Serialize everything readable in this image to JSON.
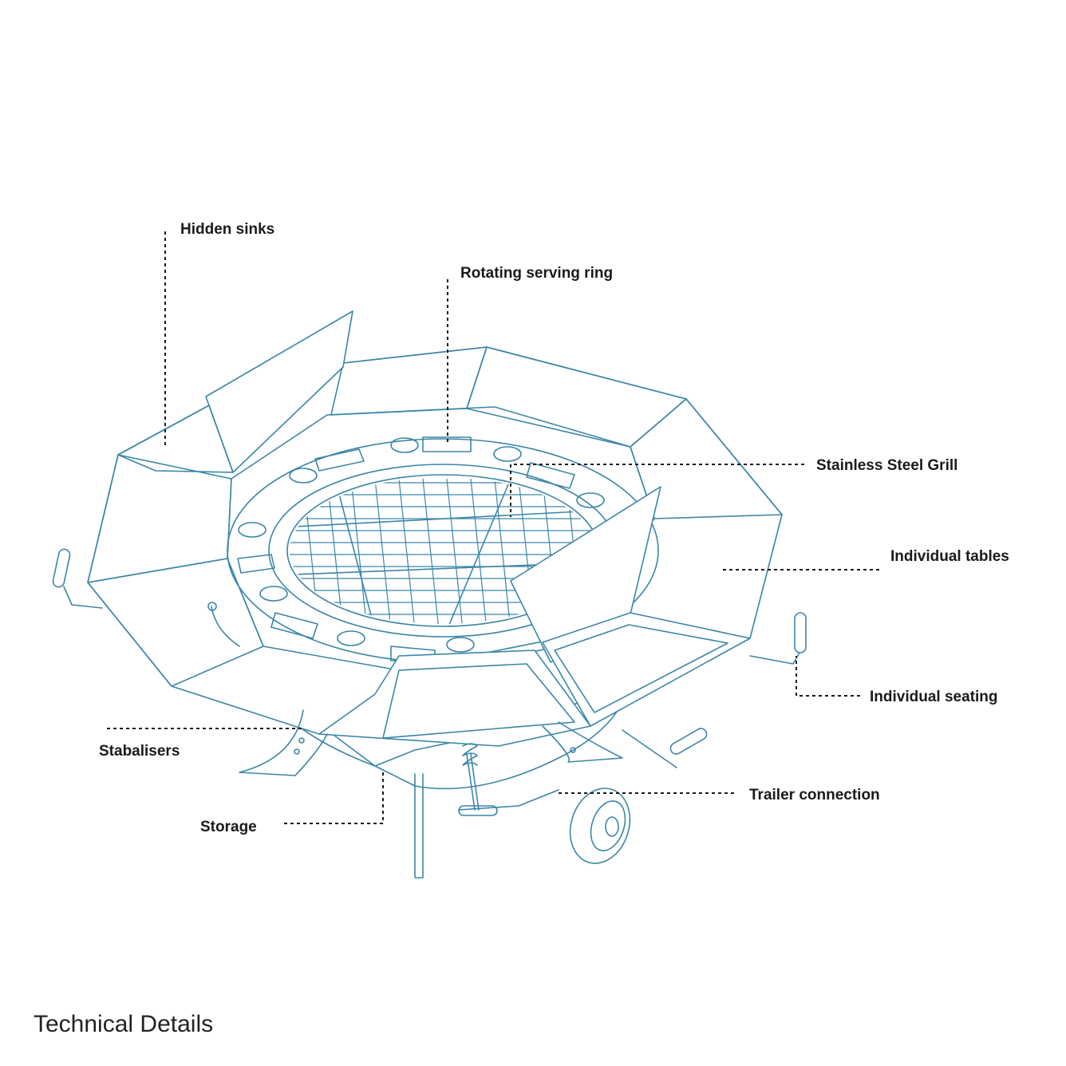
{
  "title": "Technical Details",
  "labels": {
    "hidden_sinks": "Hidden sinks",
    "rotating_serving_ring": "Rotating serving ring",
    "stainless_steel_grill": "Stainless Steel Grill",
    "individual_tables": "Individual tables",
    "individual_seating": "Individual seating",
    "stabalisers": "Stabalisers",
    "trailer_connection": "Trailer connection",
    "storage": "Storage"
  },
  "colors": {
    "line_art": "#3a86a8",
    "label_text": "#1a1a1a",
    "background": "#ffffff"
  }
}
